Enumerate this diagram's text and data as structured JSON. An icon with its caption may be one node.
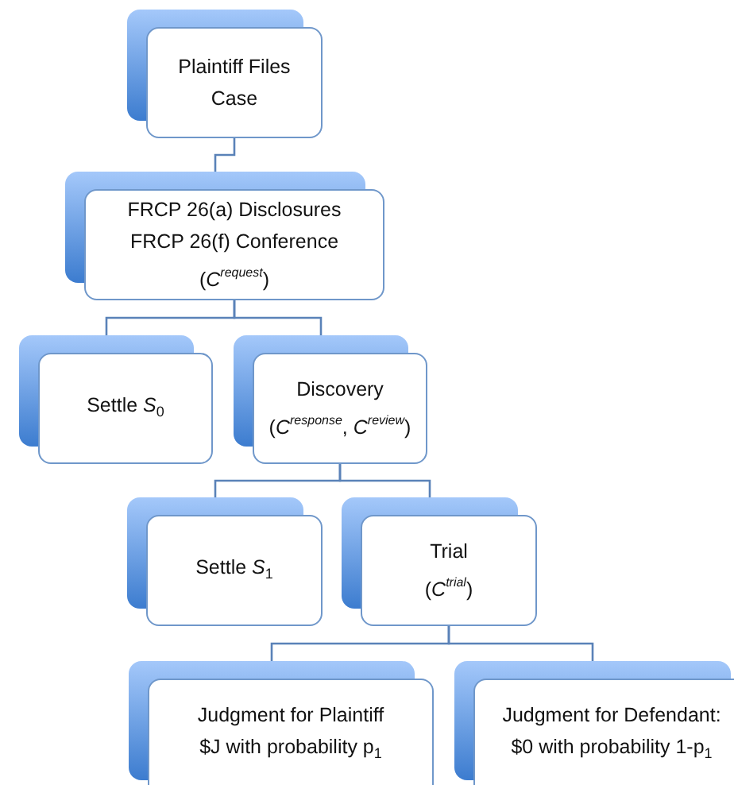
{
  "diagram": {
    "nodes": [
      {
        "text": [
          "Plaintiff Files Case"
        ]
      },
      {
        "text": [
          "FRCP 26(a) Disclosures",
          "FRCP 26(f) Conference",
          "(*C*$^{request}$)"
        ]
      },
      {
        "text": [
          "Settle *S*$_{0}$"
        ]
      },
      {
        "text": [
          "Discovery",
          "(*C*$^{response}$, *C*$^{review}$)"
        ]
      },
      {
        "text": [
          "Settle *S*$_{1}$"
        ]
      },
      {
        "text": [
          "Trial",
          "(*C*$^{trial}$)"
        ]
      },
      {
        "text": [
          "Judgment for Plaintiff",
          "$J with probability p$_{1}$"
        ]
      },
      {
        "text": [
          "Judgment for Defendant:",
          "$0 with probability 1-p$_{1}$"
        ]
      }
    ],
    "edges": [
      {
        "from": 0,
        "to": 1,
        "arrow": "none"
      },
      {
        "from": 1,
        "to": 2,
        "arrow": "none"
      },
      {
        "from": 1,
        "to": 3,
        "arrow": "none"
      },
      {
        "from": 3,
        "to": 4,
        "arrow": "none"
      },
      {
        "from": 3,
        "to": 5,
        "arrow": "none"
      },
      {
        "from": 5,
        "to": 6,
        "arrow": "none"
      },
      {
        "from": 5,
        "to": 7,
        "arrow": "none"
      }
    ]
  }
}
